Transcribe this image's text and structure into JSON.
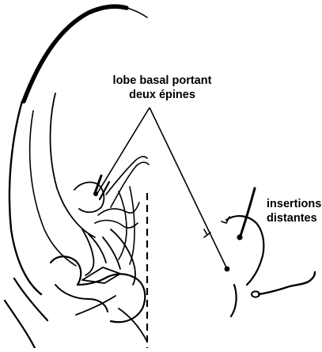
{
  "labels": {
    "basal_lobe_line1": "lobe basal portant",
    "basal_lobe_line2": "deux épines",
    "insertions_line1": "insertions",
    "insertions_line2": "distantes"
  }
}
